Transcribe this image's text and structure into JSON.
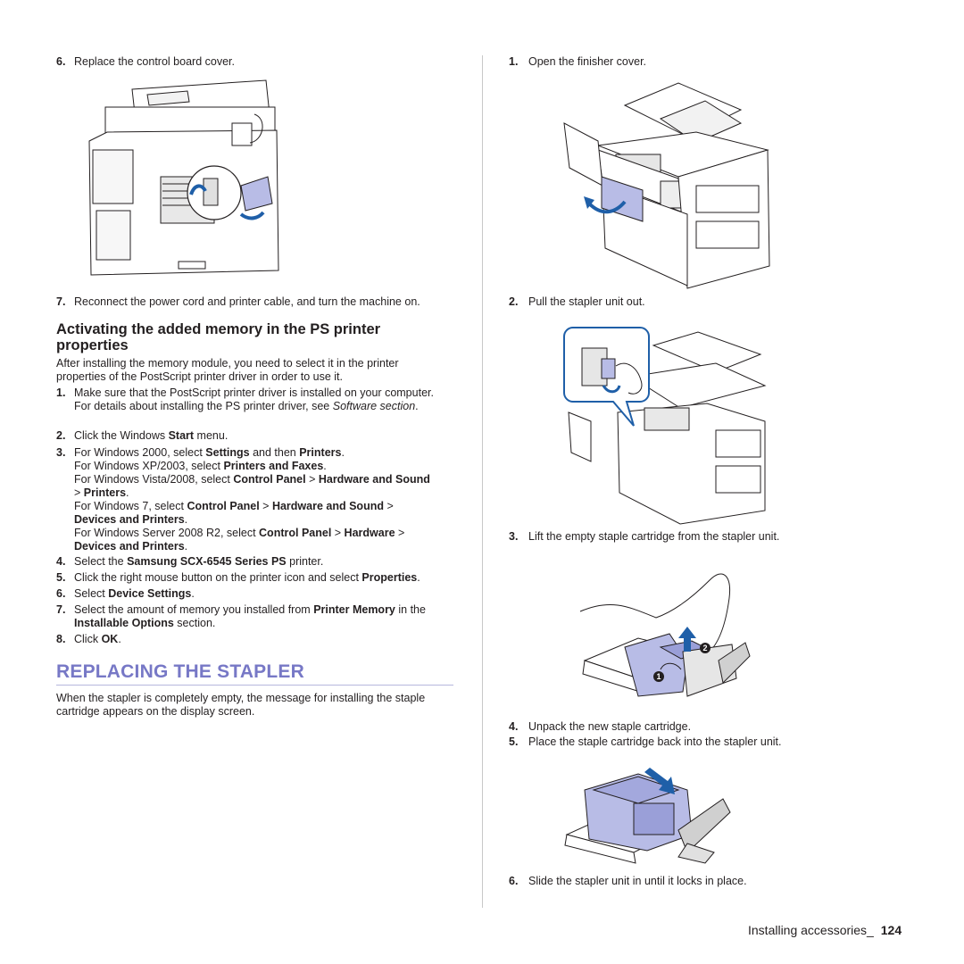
{
  "left": {
    "step6": {
      "num": "6.",
      "text": "Replace the control board cover."
    },
    "step7": {
      "num": "7.",
      "text": "Reconnect the power cord and printer cable, and turn the machine on."
    },
    "heading": "Activating the added memory in the PS printer properties",
    "intro": "After installing the memory module, you need to select it in the printer properties of the PostScript printer driver in order to use it.",
    "steps": {
      "s1": {
        "num": "1.",
        "a": "Make sure that the PostScript printer driver is installed on your computer. For details about installing the PS printer driver, see ",
        "em": "Software section",
        "b": "."
      },
      "s2": {
        "num": "2.",
        "a": "Click the Windows ",
        "bold": "Start",
        "b": " menu."
      },
      "s3": {
        "num": "3.",
        "l1a": "For Windows 2000, select ",
        "l1b": "Settings",
        "l1c": " and then ",
        "l1d": "Printers",
        "l1e": ".",
        "l2a": "For Windows XP/2003, select ",
        "l2b": "Printers and Faxes",
        "l2c": ".",
        "l3a": "For Windows Vista/2008, select ",
        "l3b": "Control Panel",
        "l3c": " > ",
        "l3d": "Hardware and Sound",
        "l4a": "> ",
        "l4b": "Printers",
        "l4c": ".",
        "l5a": "For Windows 7, select ",
        "l5b": "Control Panel",
        "l5c": " > ",
        "l5d": "Hardware and Sound",
        "l5e": " >",
        "l6a": "Devices and Printers",
        "l6b": ".",
        "l7a": "For Windows Server 2008 R2, select ",
        "l7b": "Control Panel",
        "l7c": " > ",
        "l7d": "Hardware",
        "l7e": " >",
        "l8a": "Devices and Printers",
        "l8b": "."
      },
      "s4": {
        "num": "4.",
        "a": "Select the ",
        "bold": "Samsung SCX-6545 Series PS",
        "b": " printer."
      },
      "s5": {
        "num": "5.",
        "a": "Click the right mouse button on the printer icon and select ",
        "bold": "Properties",
        "b": "."
      },
      "s6": {
        "num": "6.",
        "a": "Select ",
        "bold": "Device Settings",
        "b": "."
      },
      "s7": {
        "num": "7.",
        "a": "Select the amount of memory you installed from ",
        "bold": "Printer Memory",
        "b": " in the",
        "bold2": "Installable Options",
        "c": " section."
      },
      "s8": {
        "num": "8.",
        "a": "Click ",
        "bold": "OK",
        "b": "."
      }
    },
    "section_title": "REPLACING THE STAPLER",
    "section_para": "When the stapler is completely empty, the message for installing the staple cartridge appears on the display screen."
  },
  "right": {
    "r1": {
      "num": "1.",
      "text": "Open the finisher cover."
    },
    "r2": {
      "num": "2.",
      "text": "Pull the stapler unit out."
    },
    "r3": {
      "num": "3.",
      "text": "Lift the empty staple cartridge from the stapler unit."
    },
    "r4": {
      "num": "4.",
      "text": "Unpack the new staple cartridge."
    },
    "r5": {
      "num": "5.",
      "text": "Place the staple cartridge back into the stapler unit."
    },
    "r6": {
      "num": "6.",
      "text": "Slide the stapler unit in until it locks in place."
    },
    "callout1": "1",
    "callout2": "2"
  },
  "footer": {
    "label": "Installing accessories_",
    "page": "124"
  },
  "colors": {
    "accent": "#7778c6",
    "highlight": "#b8bce6",
    "arrow": "#1f5fa8"
  }
}
